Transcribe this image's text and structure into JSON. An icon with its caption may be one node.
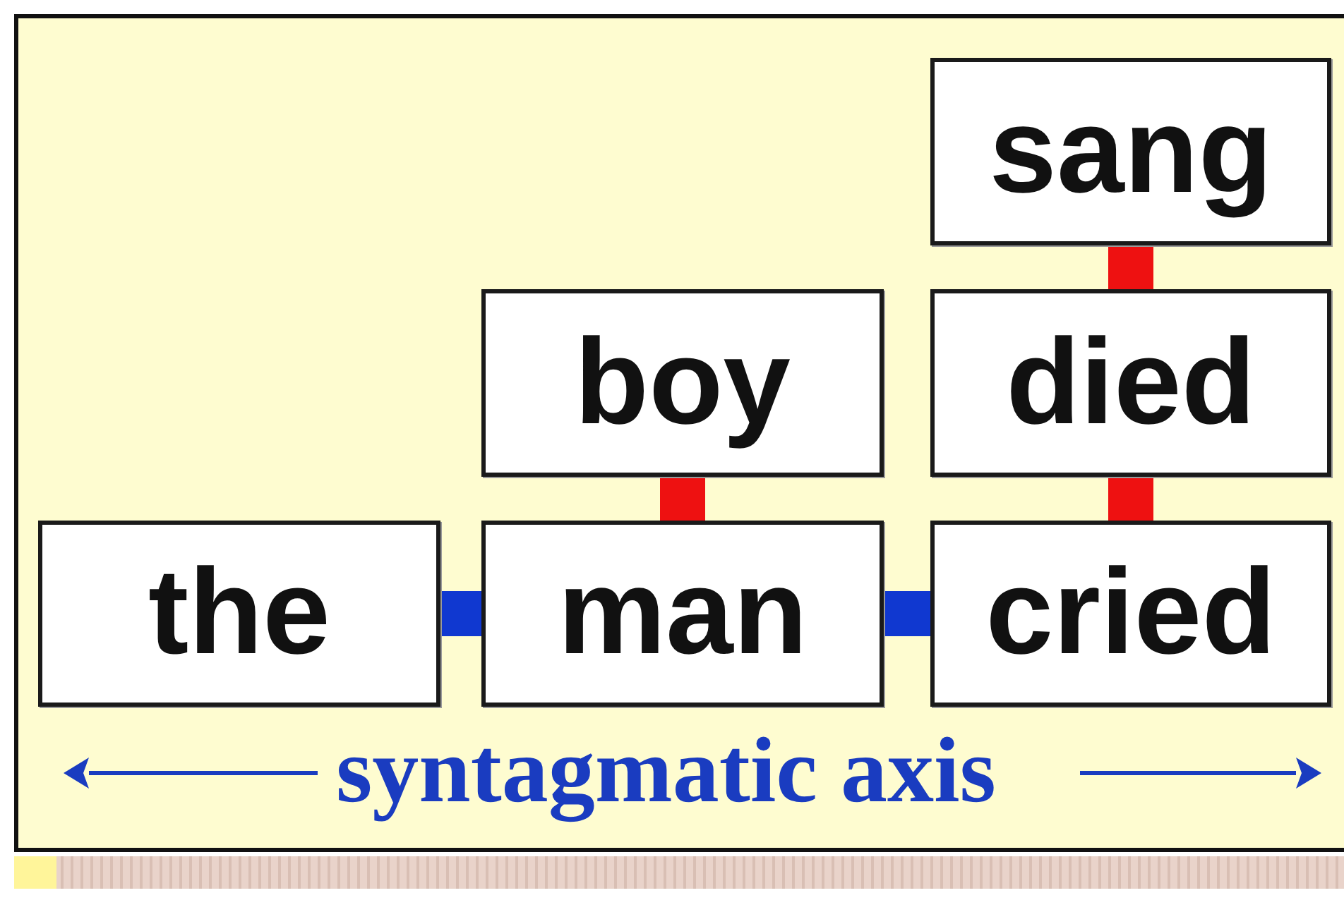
{
  "diagram": {
    "nodes": [
      {
        "text": [
          "sang"
        ]
      },
      {
        "text": [
          "boy"
        ]
      },
      {
        "text": [
          "died"
        ]
      },
      {
        "text": [
          "the"
        ]
      },
      {
        "text": [
          "man"
        ]
      },
      {
        "text": [
          "cried"
        ]
      }
    ],
    "edges": [
      {
        "from": 0,
        "to": 2,
        "arrow": "none"
      },
      {
        "from": 1,
        "to": 4,
        "arrow": "none"
      },
      {
        "from": 2,
        "to": 5,
        "arrow": "none"
      },
      {
        "from": 3,
        "to": 4,
        "arrow": "none",
        "color": "#1038d0"
      },
      {
        "from": 4,
        "to": 5,
        "arrow": "none",
        "color": "#1038d0"
      }
    ],
    "labels": [
      "syntagmatic axis"
    ]
  }
}
